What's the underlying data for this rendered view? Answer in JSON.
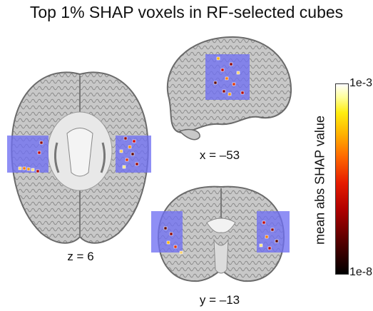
{
  "title": "Top 1% SHAP voxels in RF-selected cubes",
  "views": {
    "axial": {
      "label": "z = 6"
    },
    "sagittal": {
      "label": "x = –53"
    },
    "coronal": {
      "label": "y = –13"
    }
  },
  "colorbar": {
    "title": "mean abs SHAP value",
    "max_label": "1e-3",
    "min_label": "1e-8",
    "colormap": "hot"
  },
  "colors": {
    "cube": "#6f6ff2",
    "brain": "#bdbdbd",
    "background": "#ffffff"
  }
}
